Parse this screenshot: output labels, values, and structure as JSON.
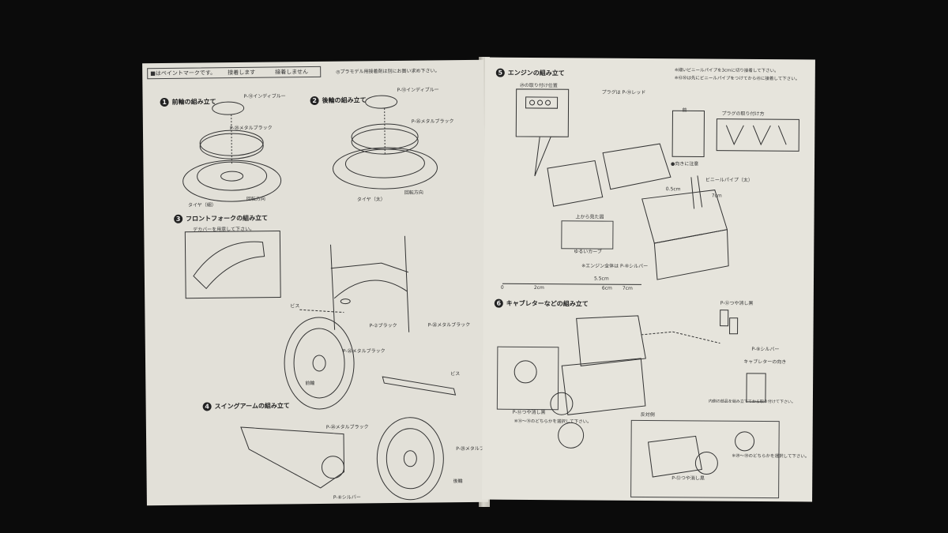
{
  "left_page": {
    "header_left": "■はペイントマークです。",
    "header_mid1": "接着します",
    "header_mid2": "接着しません",
    "header_right": "◎プラモデル用接着剤は別にお買い求め下さい。",
    "step1": {
      "num": "1",
      "title": "前輪の組み立て",
      "paint1": "P-⑬インディブルー",
      "paint2": "P-㉖メタルブラック",
      "tire": "タイヤ（細）",
      "dir": "回転方向"
    },
    "step2": {
      "num": "2",
      "title": "後輪の組み立て",
      "paint1": "P-⑬インディブルー",
      "paint2": "P-㉖メタルブラック",
      "tire": "タイヤ（太）",
      "dir": "回転方向"
    },
    "step3": {
      "num": "3",
      "title": "フロントフォークの組み立て",
      "note": "デカバーを用意して下さい。",
      "screw": "ビス",
      "paint1": "P-②ブラック",
      "paint2": "P-㉖メタルブラック",
      "paint3": "P-㉖メタルブラック",
      "front": "前輪"
    },
    "step4": {
      "num": "4",
      "title": "スイングアームの組み立て",
      "screw": "ビス",
      "paint1": "P-㉖メタルブラック",
      "paint2": "P-㉖メタルブラック",
      "paint3": "P-⑧シルバー",
      "rear": "後輪"
    }
  },
  "right_page": {
    "step5": {
      "num": "5",
      "title": "エンジンの組み立て",
      "note1": "※細いビニールパイプを3cmに切り接着して下さい。",
      "note2": "※㊸㊿は先にビニールパイプをつけてから㊺に接着して下さい。",
      "plug": "プラグは P-⑬レッド",
      "plug_pos": "プラグの取り付け方",
      "mount_pos": "㉕の取り付け位置",
      "front": "前",
      "direction": "●向きに注意",
      "pipe": "ビニールパイプ（太）",
      "len1": "0.5cm",
      "len2": "7cm",
      "view_top": "上から見た図",
      "loose": "ゆるいカーブ",
      "engine_paint": "※エンジン全体は P-⑧シルバー",
      "scale": [
        "0",
        "2cm",
        "5.5cm",
        "6cm",
        "7cm"
      ]
    },
    "step6": {
      "num": "6",
      "title": "キャブレターなどの組み立て",
      "gloss1": "P-⑫つや消し黒",
      "gloss2": "P-⑫つや消し黒",
      "gloss3": "P-⑫つや消し黒",
      "silver": "P-⑧シルバー",
      "carb_pos": "キャブレターの向き",
      "choose1": "※⑭〜⑯のどちらかを選択して下さい。",
      "choose2": "※㉘〜㉚のどちらかを選択して下さい。",
      "opposite": "反対側",
      "inner": "内側の部品を組み立ててから取り付けて下さい。"
    }
  }
}
